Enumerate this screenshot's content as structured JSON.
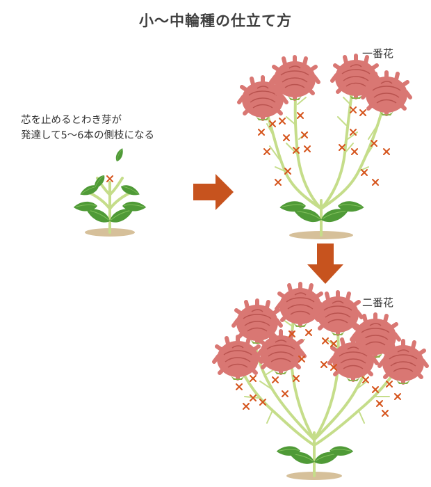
{
  "title": "小〜中輪種の仕立て方",
  "note": {
    "line1": "芯を止めるとわき芽が",
    "line2": "発達して5〜6本の側枝になる"
  },
  "stages": {
    "first_flower": "一番花",
    "second_flower": "二番花"
  },
  "colors": {
    "stem": "#c5dd8a",
    "leaf": "#4f9a37",
    "flower": "#d97773",
    "cut_mark": "#d5541c",
    "arrow": "#c7531e",
    "soil": "#d6c09a"
  }
}
